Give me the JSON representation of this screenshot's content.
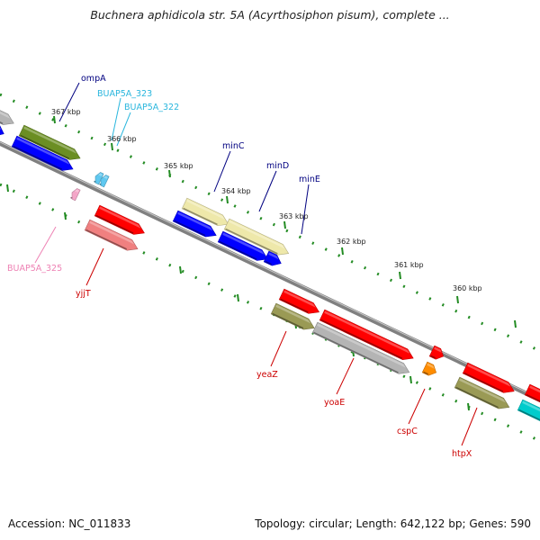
{
  "title": "Buchnera aphidicola str. 5A (Acyrthosiphon pisum), complete ...",
  "footer": {
    "accession": "Accession: NC_011833",
    "summary": "Topology: circular; Length: 642,122 bp; Genes: 590"
  },
  "colors": {
    "backbone": "#808080",
    "tick_marks": "#228b22",
    "cds_blue": "#0000ff",
    "cds_red": "#ff0000",
    "olive": "#9a9a55",
    "dark_olive": "#6b8e23",
    "pale_yellow": "#eee8aa",
    "gray": "#b4b4b4",
    "pink": "#f08080",
    "orange": "#ff8c00",
    "cyan": "#00cccc",
    "label_dark_blue": "#000080",
    "label_sky": "#29b6dd",
    "label_pink": "#ee82b4",
    "label_red": "#cc0000"
  },
  "scale_labels": [
    "367 kbp",
    "366 kbp",
    "365 kbp",
    "364 kbp",
    "363 kbp",
    "362 kbp",
    "361 kbp",
    "360 kbp"
  ],
  "gene_labels": {
    "ompA": "ompA",
    "BUAP5A_323": "BUAP5A_323",
    "BUAP5A_322": "BUAP5A_322",
    "minC": "minC",
    "minD": "minD",
    "minE": "minE",
    "BUAP5A_325": "BUAP5A_325",
    "yjjT": "yjjT",
    "yeaZ": "yeaZ",
    "yoaE": "yoaE",
    "cspC": "cspC",
    "htpX": "htpX"
  }
}
